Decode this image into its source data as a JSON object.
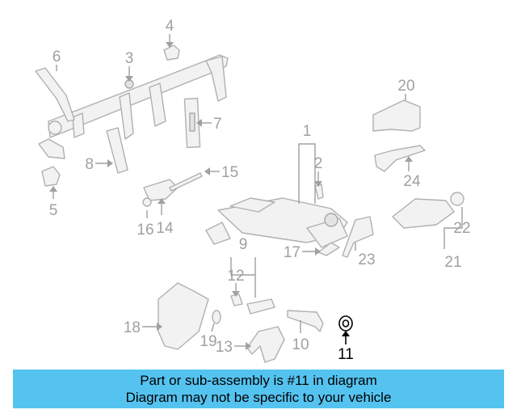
{
  "diagram": {
    "callouts": {
      "c1": "1",
      "c2": "2",
      "c3": "3",
      "c4": "4",
      "c5": "5",
      "c6": "6",
      "c7": "7",
      "c8": "8",
      "c9": "9",
      "c10": "10",
      "c11": "11",
      "c12": "12",
      "c13": "13",
      "c14": "14",
      "c15": "15",
      "c16": "16",
      "c17": "17",
      "c18": "18",
      "c19": "19",
      "c20": "20",
      "c21": "21",
      "c22": "22",
      "c23": "23",
      "c24": "24"
    },
    "highlighted_part": "11",
    "colors": {
      "highlight": "#000000",
      "parts": "#a0a0a0",
      "banner": "#55c3f0"
    }
  },
  "banner": {
    "line1": "Part or sub-assembly is #11 in diagram",
    "line2": "Diagram may not be specific to your vehicle"
  }
}
